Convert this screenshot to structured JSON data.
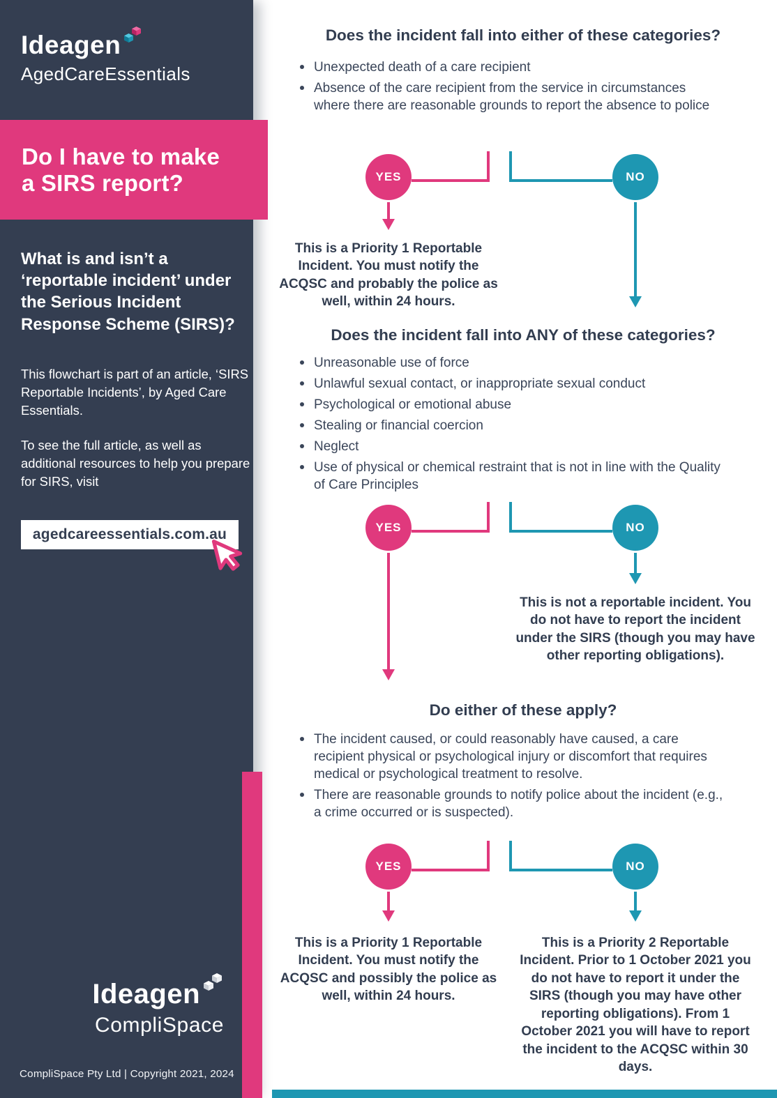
{
  "sidebar": {
    "brand_top": {
      "name": "Ideagen",
      "sub": "AgedCareEssentials"
    },
    "banner_title": "Do I have to make a SIRS report?",
    "intro_heading": "What is and isn’t a ‘reportable incident’ under the Serious Incident Response Scheme (SIRS)?",
    "para1": "This flowchart is part of an article, ‘SIRS Reportable Incidents’, by Aged Care Essentials.",
    "para2": "To see the full article, as well as additional resources to help you prepare for SIRS, visit",
    "url": "agedcareessentials.com.au",
    "brand_bottom": {
      "name": "Ideagen",
      "sub": "CompliSpace"
    },
    "copyright": "CompliSpace Pty Ltd | Copyright 2021, 2024"
  },
  "flowchart": {
    "yes_label": "YES",
    "no_label": "NO",
    "steps": [
      {
        "question": "Does the incident fall into either of these categories?",
        "bullets": [
          "Unexpected death of a care recipient",
          "Absence of the care recipient from the service in circumstances where there are reasonable grounds to report the absence to police"
        ],
        "yes_result": "This is a Priority 1 Reportable Incident. You must notify the ACQSC and probably the police as well, within 24 hours.",
        "no_result": ""
      },
      {
        "question": "Does the incident fall into ANY of these categories?",
        "bullets": [
          "Unreasonable use of force",
          "Unlawful sexual contact, or inappropriate sexual conduct",
          "Psychological or emotional abuse",
          "Stealing or financial coercion",
          "Neglect",
          "Use of physical or chemical restraint that is not in line with the Quality of Care Principles"
        ],
        "yes_result": "",
        "no_result": "This is not a reportable incident. You do not have to report the incident under the SIRS (though you may have other reporting obligations)."
      },
      {
        "question": "Do either of these apply?",
        "bullets": [
          "The incident caused, or could reasonably have caused, a care recipient physical or psychological injury or discomfort that requires medical or psychological treatment to resolve.",
          "There are reasonable grounds to notify police about the incident (e.g., a crime occurred or is suspected)."
        ],
        "yes_result": "This is a Priority 1 Reportable Incident. You must notify the ACQSC and possibly the police as well, within 24 hours.",
        "no_result": "This is a Priority 2 Reportable Incident. Prior to 1 October 2021 you do not have to report it under the SIRS (though you may have other reporting obligations). From 1 October 2021 you will have to report the incident to the ACQSC within 30 days."
      }
    ]
  },
  "icons": {
    "brand_cubes": "ideagen-cubes-icon",
    "cursor": "mouse-cursor-icon"
  },
  "colors": {
    "navy": "#343e51",
    "pink": "#e0397d",
    "teal": "#1e97b2"
  }
}
